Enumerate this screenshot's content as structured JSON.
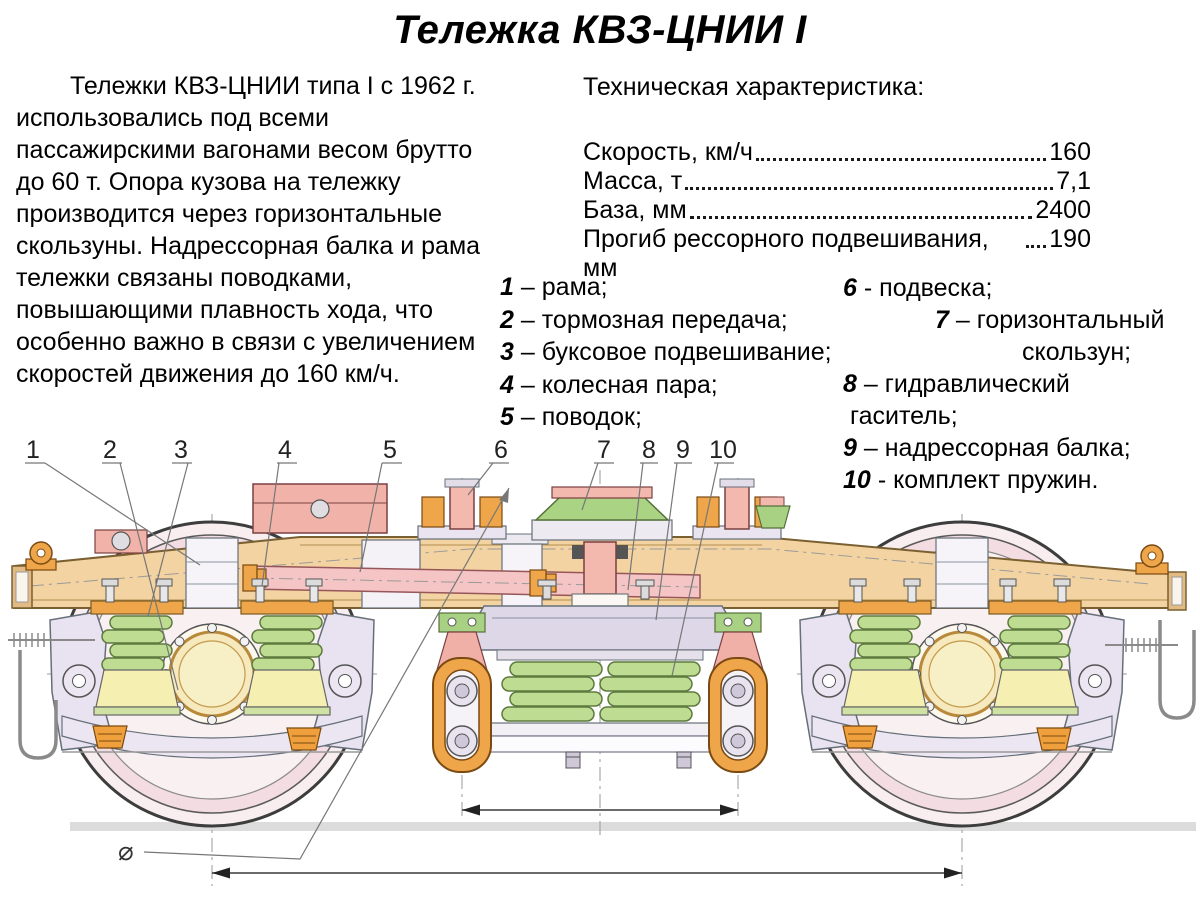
{
  "title": "Тележка КВЗ-ЦНИИ I",
  "intro": "Тележки КВЗ-ЦНИИ типа I с 1962 г. использовались под всеми пассажирскими вагонами весом брутто до 60 т. Опора кузова на тележку производится через горизонтальные скользуны. Надрессорная балка и рама тележки связаны поводками, повышающими плавность хода, что особенно важно в связи с увеличением скоростей движения до 160 км/ч.",
  "specs": {
    "heading": "Техническая характеристика:",
    "rows": [
      {
        "label": "Скорость, км/ч",
        "value": "160"
      },
      {
        "label": "Масса, т",
        "value": "7,1"
      },
      {
        "label": "База, мм",
        "value": "2400"
      },
      {
        "label": "Прогиб рессорного подвешивания, мм",
        "value": "190"
      }
    ]
  },
  "legend": {
    "left": [
      {
        "num": "1",
        "rest": "– рама;"
      },
      {
        "num": "2",
        "rest": "– тормозная передача;"
      },
      {
        "num": "3",
        "rest": "– буксовое подвешивание;"
      },
      {
        "num": "4",
        "rest": "– колесная пара;"
      },
      {
        "num": "5",
        "rest": "– поводок;"
      }
    ],
    "right": [
      {
        "num": "6",
        "rest": "-  подвеска;"
      },
      {
        "num": "7",
        "rest": "– горизонтальный"
      },
      {
        "num": "",
        "rest": "скользун;"
      },
      {
        "num": "8",
        "rest": "– гидравлический"
      },
      {
        "num": "",
        "rest": "гаситель;"
      },
      {
        "num": "9",
        "rest": "– надрессорная балка;"
      },
      {
        "num": "10",
        "rest": "- комплект пружин."
      }
    ]
  },
  "diagram": {
    "callouts": [
      "1",
      "2",
      "3",
      "4",
      "5",
      "6",
      "7",
      "8",
      "9",
      "10"
    ],
    "diameter_symbol": "⌀"
  },
  "colors": {
    "frame_tan": "#f3d3a1",
    "spring_green": "#bedc92",
    "slider_green": "#abd384",
    "metal_orange": "#efa64a",
    "detail_pink": "#f3b8ae",
    "rod_pink": "#f5c4c4",
    "machinery_lavender": "#e9e2f0",
    "wedge_yellow": "#f5efb2",
    "hub_yellow": "#f5e9bd",
    "wheel_pink": "#f3dde2",
    "rail_grey": "#dcdcdc"
  }
}
